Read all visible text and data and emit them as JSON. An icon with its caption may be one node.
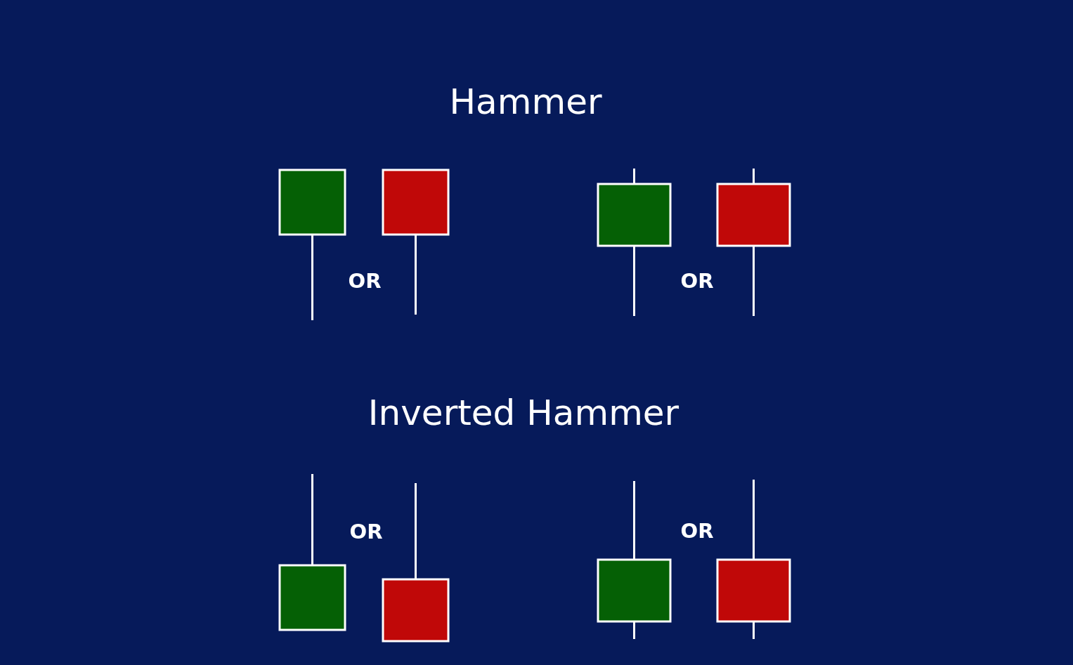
{
  "diagram": {
    "labels": [
      "Hammer",
      "OR",
      "OR",
      "Inverted Hammer",
      "OR",
      "OR"
    ]
  }
}
